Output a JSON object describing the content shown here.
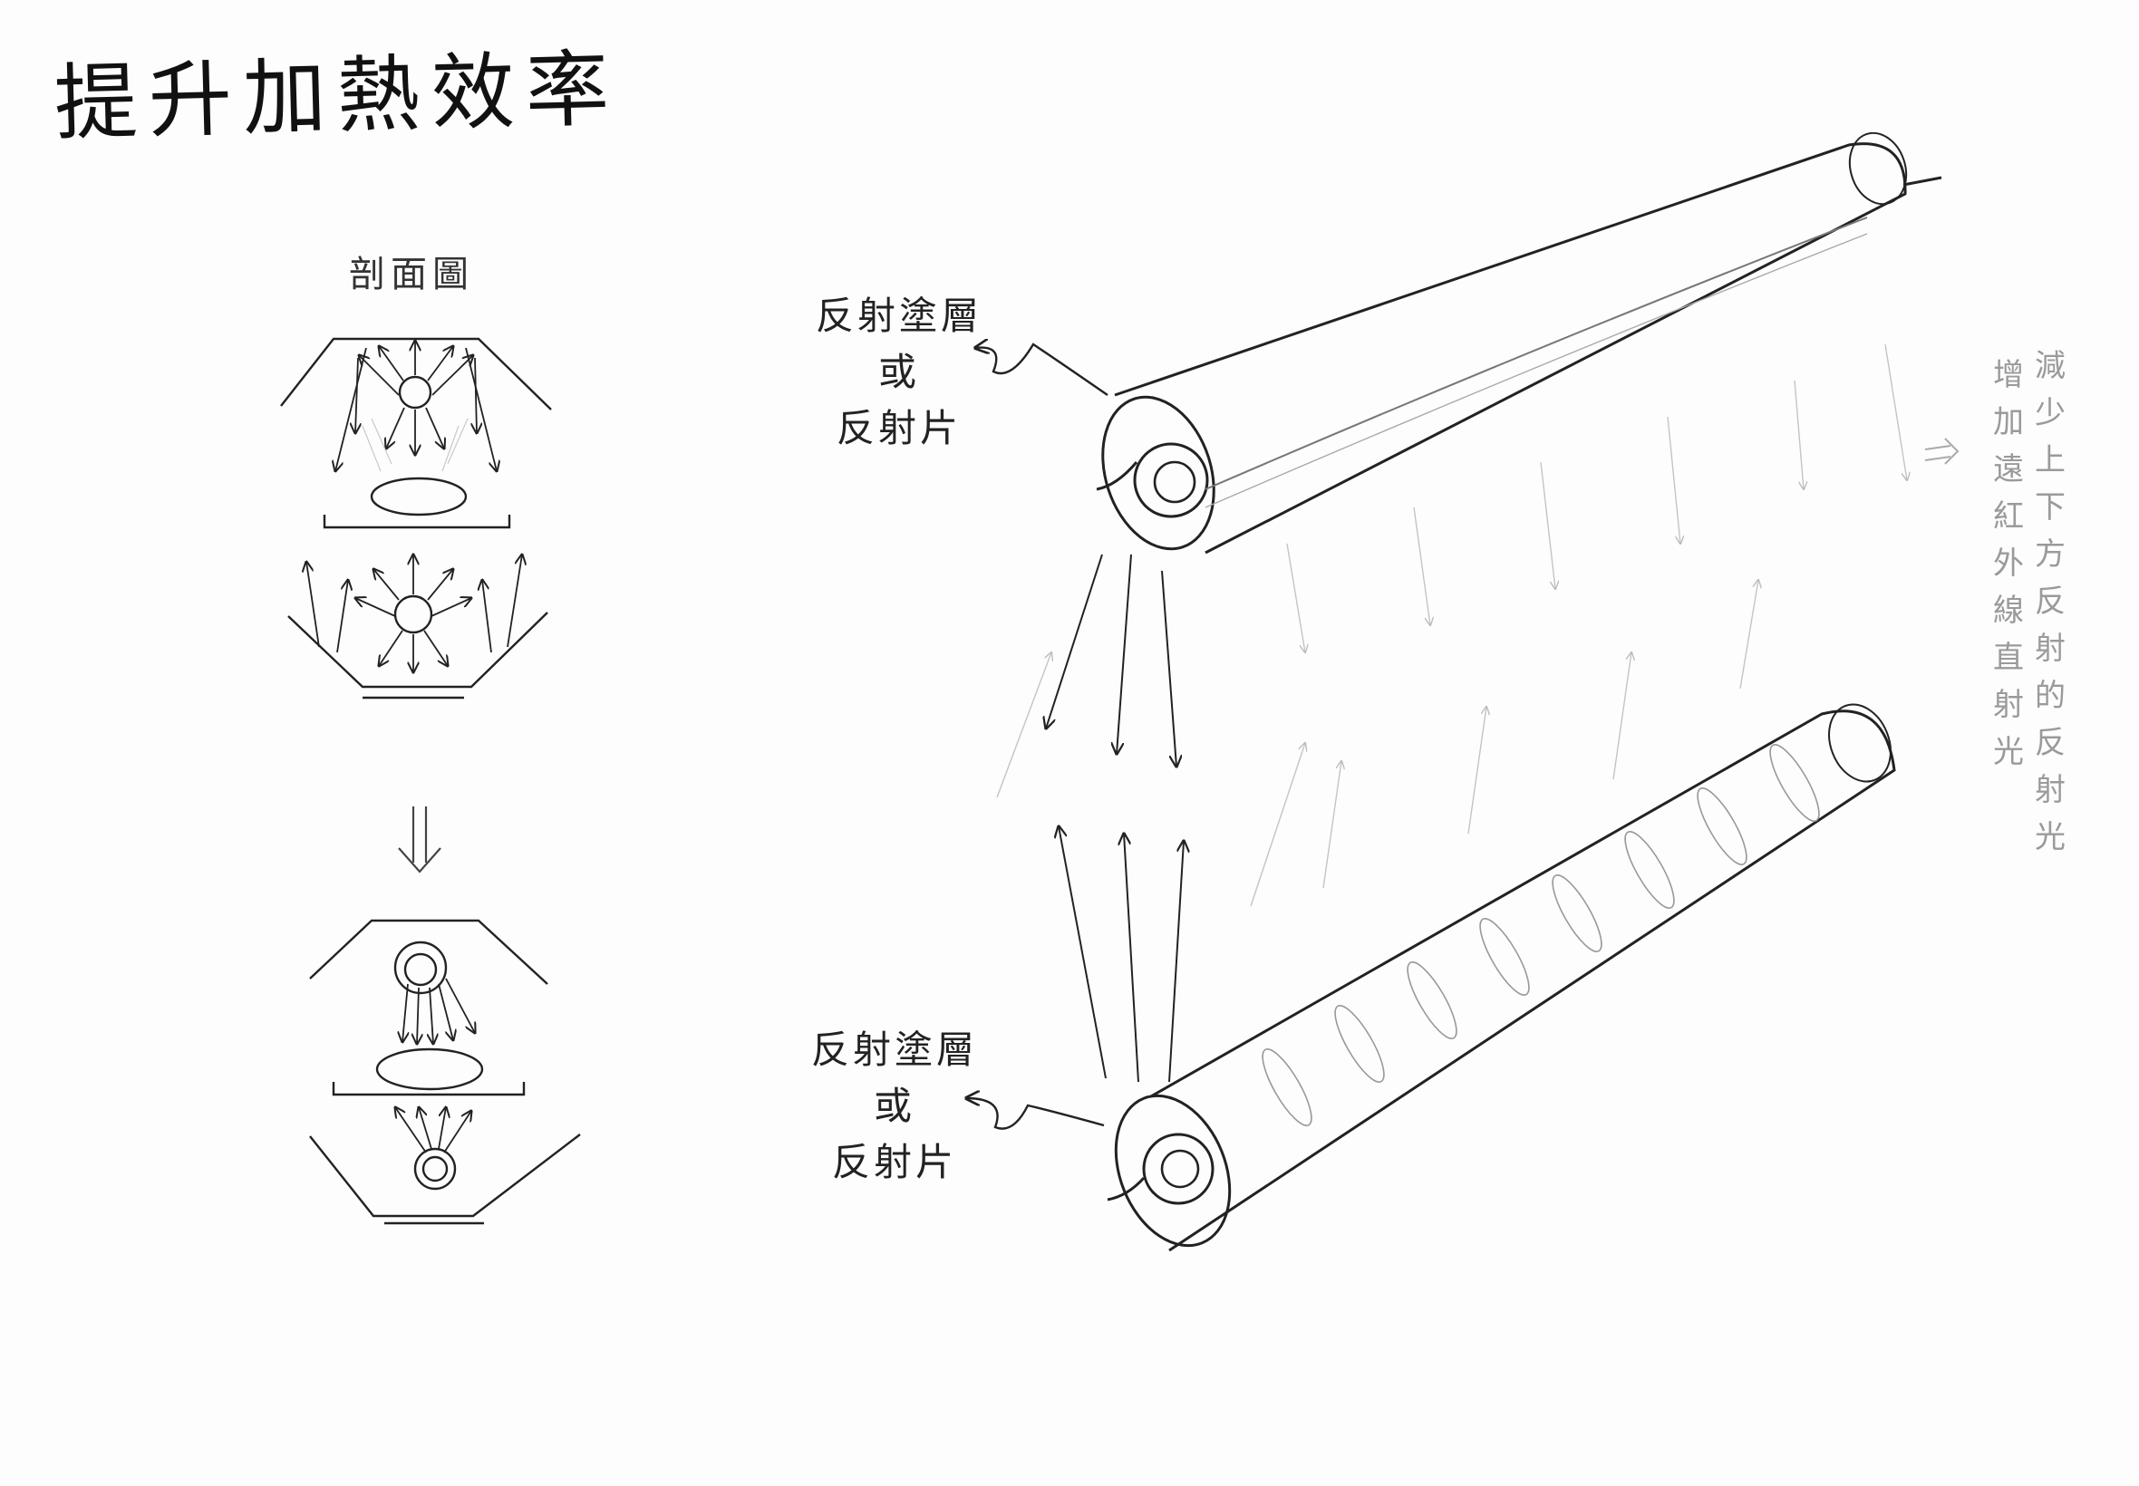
{
  "title": "提升加熱效率",
  "section_label": "剖面圖",
  "callout_top": {
    "line1": "反射塗層",
    "line2": "或",
    "line3": "反射片"
  },
  "callout_bottom": {
    "line1": "反射塗層",
    "line2": "或",
    "line3": "反射片"
  },
  "side_note": {
    "col1": "減少上下方反射的反射光",
    "col2": "增加遠紅外線直射光"
  },
  "colors": {
    "ink": "#222222",
    "pencil": "#9a9a9a",
    "paper": "#fdfdfd"
  }
}
